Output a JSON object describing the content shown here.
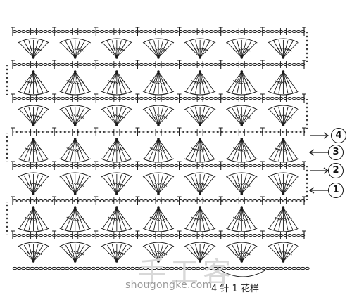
{
  "diagram": {
    "caption": "4 针 1 花样",
    "watermark": "shougongke.com",
    "watermark_logo": "手工客",
    "row_markers": [
      "4",
      "3",
      "2",
      "1"
    ],
    "ink_color": "#1a1a1a",
    "fan_rows": 7,
    "fans_per_row": 7
  }
}
